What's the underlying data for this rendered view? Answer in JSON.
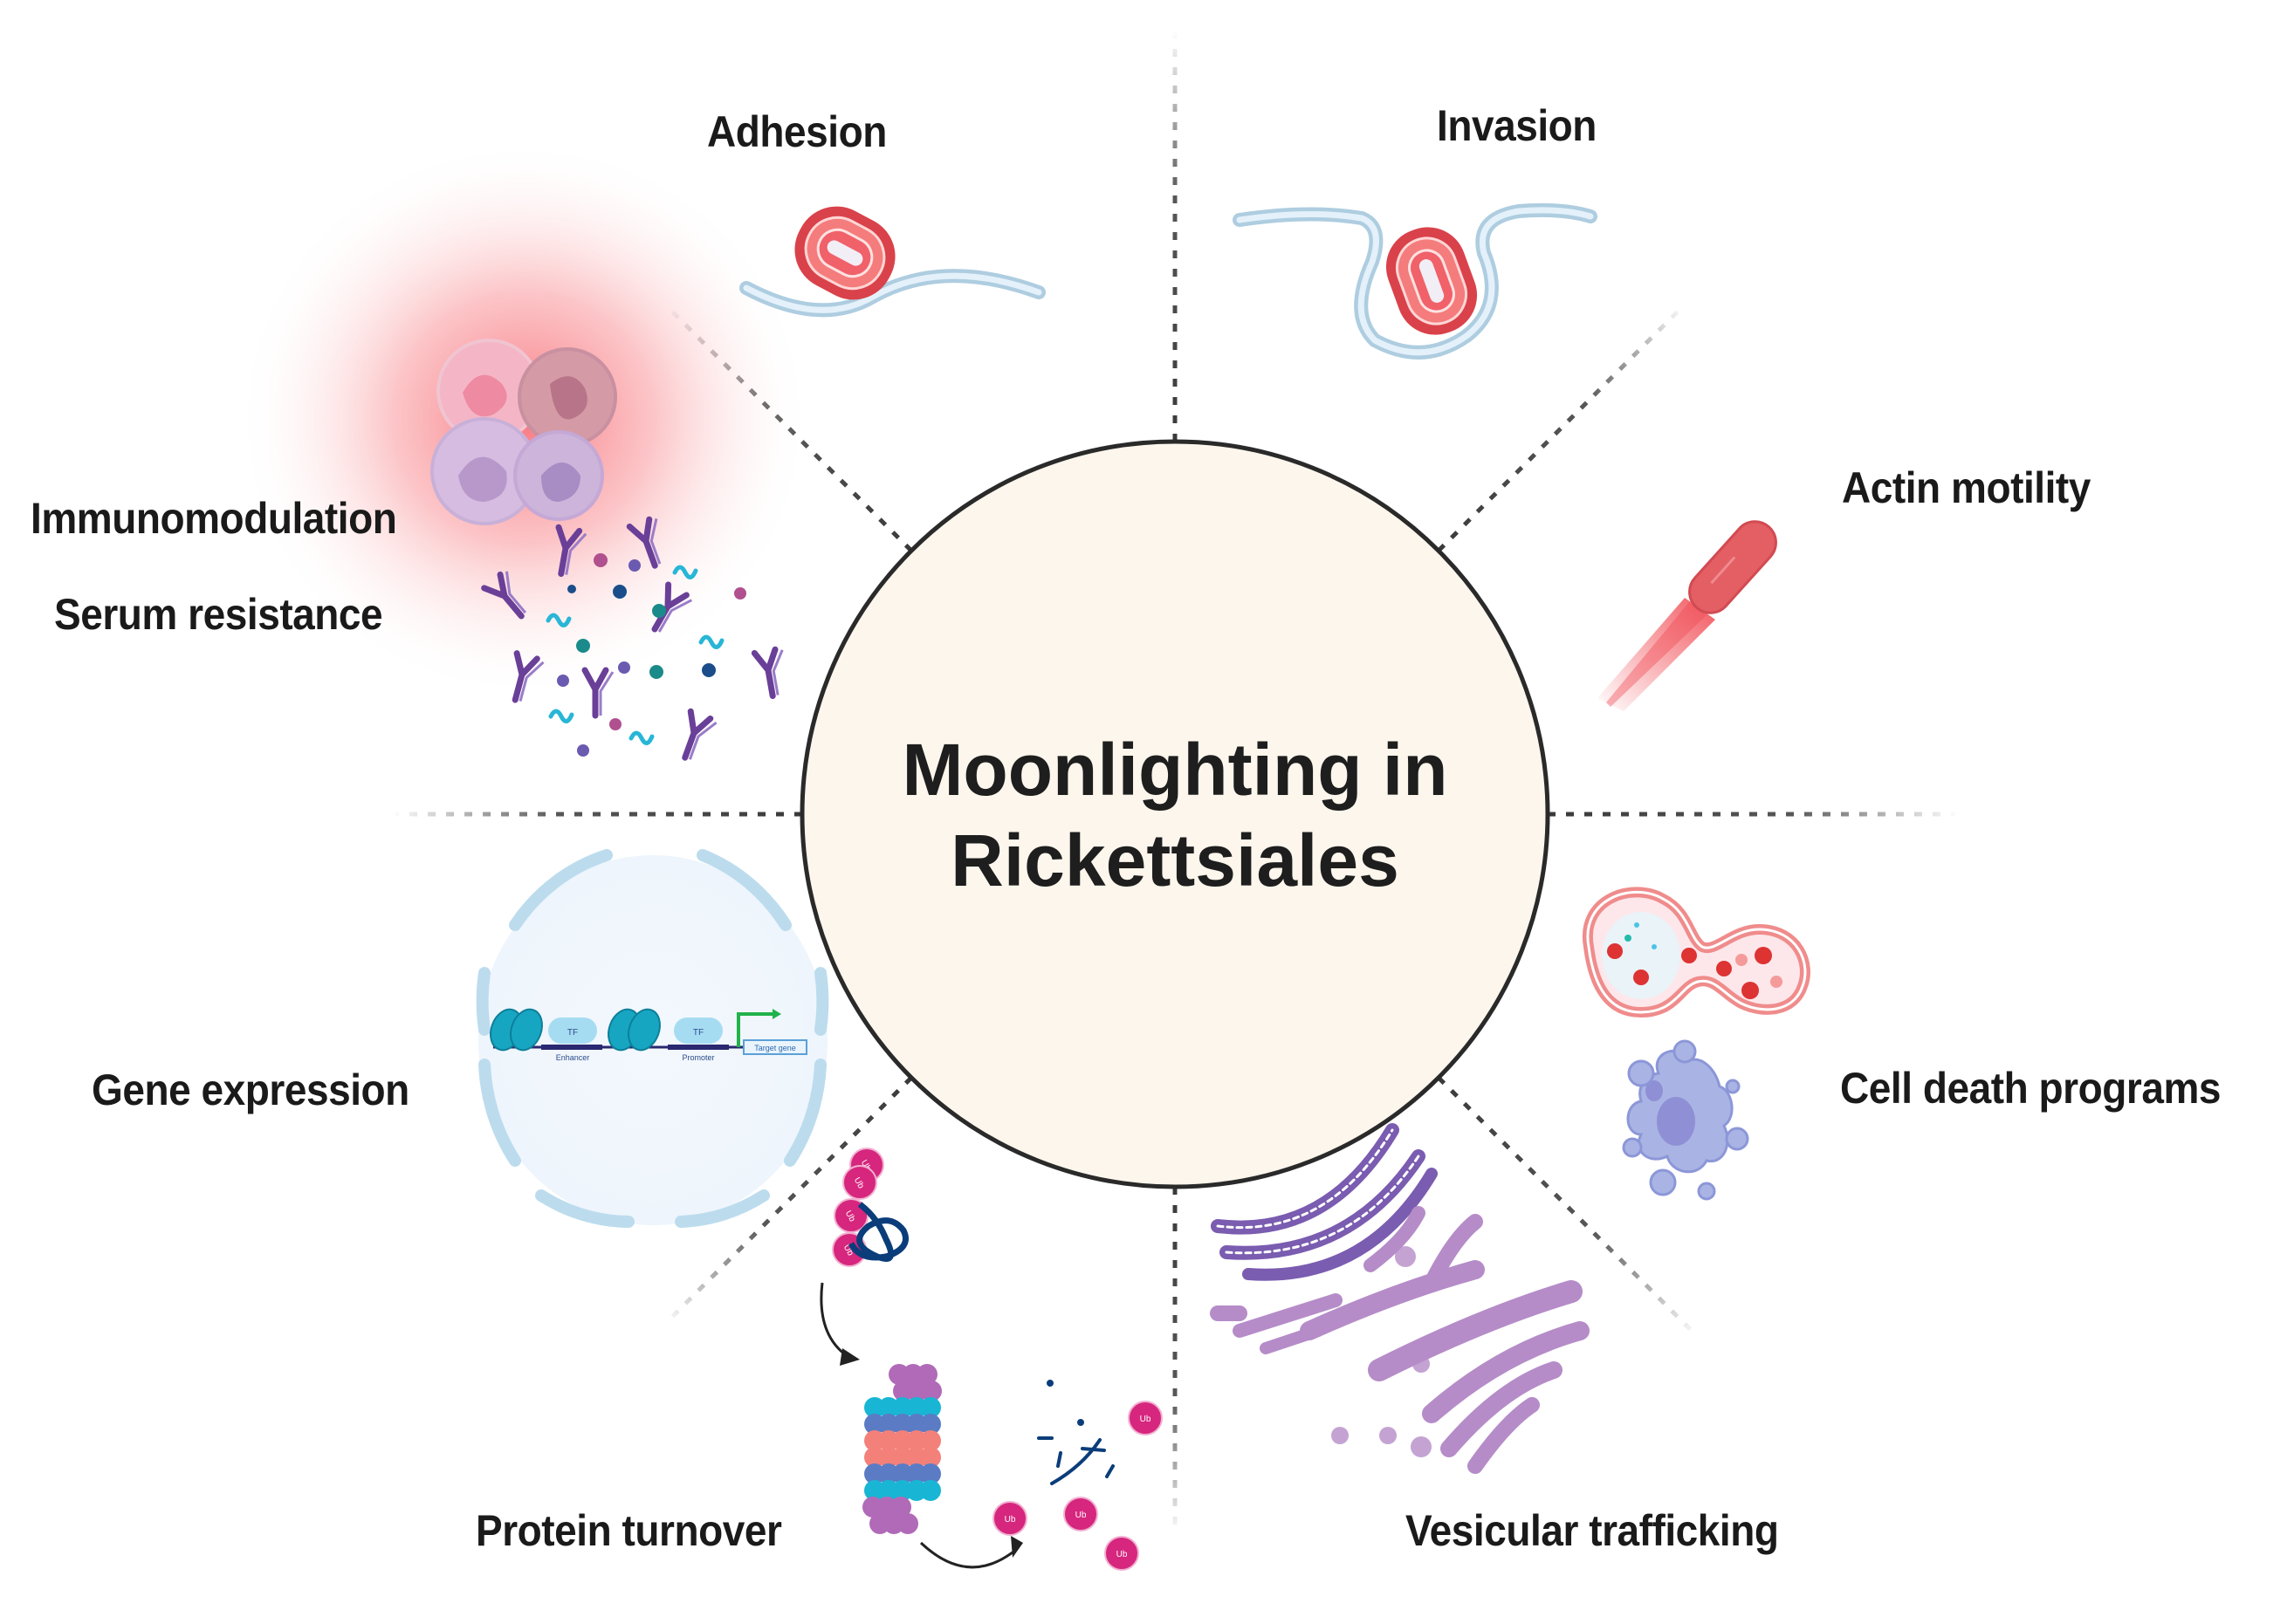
{
  "figure": {
    "center_title_line1": "Moonlighting in",
    "center_title_line2": "Rickettsiales",
    "colors": {
      "center_fill": "#fdf6ec",
      "center_stroke": "#2a2a2a",
      "divider": "#555555",
      "bacterium_red": "#d9424a",
      "bacterium_light": "#f47c7c",
      "membrane_blue": "#cfe6f5",
      "ubiquitin_pink": "#d6267e",
      "organelle_purple": "#b58cc8",
      "er_purple": "#7a5cb0",
      "apoptotic_blue": "#a9b4e4",
      "nucleosome_teal": "#17a6c2",
      "glow_red": "#f8717a"
    }
  },
  "functions": [
    {
      "id": "adhesion",
      "label": "Adhesion"
    },
    {
      "id": "invasion",
      "label": "Invasion"
    },
    {
      "id": "actin-motility",
      "label": "Actin motility"
    },
    {
      "id": "cell-death",
      "label": "Cell death programs"
    },
    {
      "id": "vesicular-trafficking",
      "label": "Vesicular trafficking"
    },
    {
      "id": "protein-turnover",
      "label": "Protein turnover"
    },
    {
      "id": "gene-expression",
      "label": "Gene expression"
    },
    {
      "id": "immunomodulation",
      "label": "Immunomodulation"
    },
    {
      "id": "serum-resistance",
      "label": "Serum resistance"
    }
  ],
  "gene_expression_panel": {
    "tf_label": "TF",
    "enhancer_label": "Enhancer",
    "promoter_label": "Promoter",
    "target_gene_label": "Target gene"
  },
  "protein_turnover_panel": {
    "ubiquitin_label": "Ub"
  }
}
